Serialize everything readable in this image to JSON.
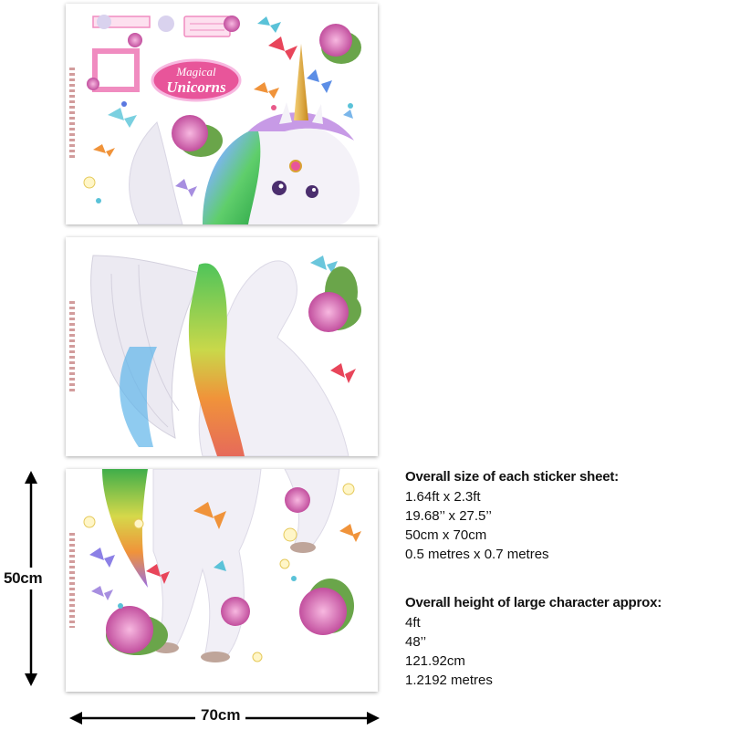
{
  "logo": {
    "line1": "Magical",
    "line2": "Unicorns"
  },
  "dimensions": {
    "height_label": "50cm",
    "width_label": "70cm"
  },
  "sheet_size": {
    "heading": "Overall size of each sticker sheet:",
    "lines": [
      "1.64ft x 2.3ft",
      "19.68’’ x 27.5’’",
      "50cm x 70cm",
      "0.5 metres x 0.7 metres"
    ]
  },
  "character_height": {
    "heading": "Overall height of large character approx:",
    "lines": [
      "4ft",
      "48’’",
      "121.92cm",
      "1.2192 metres"
    ]
  },
  "colors": {
    "logo_pink": "#e8559a",
    "frame_pink": "#f08cc0",
    "horn_gold": "#d9a233",
    "flower_pink": "#d96fb4",
    "leaf_green": "#6aa54a"
  }
}
